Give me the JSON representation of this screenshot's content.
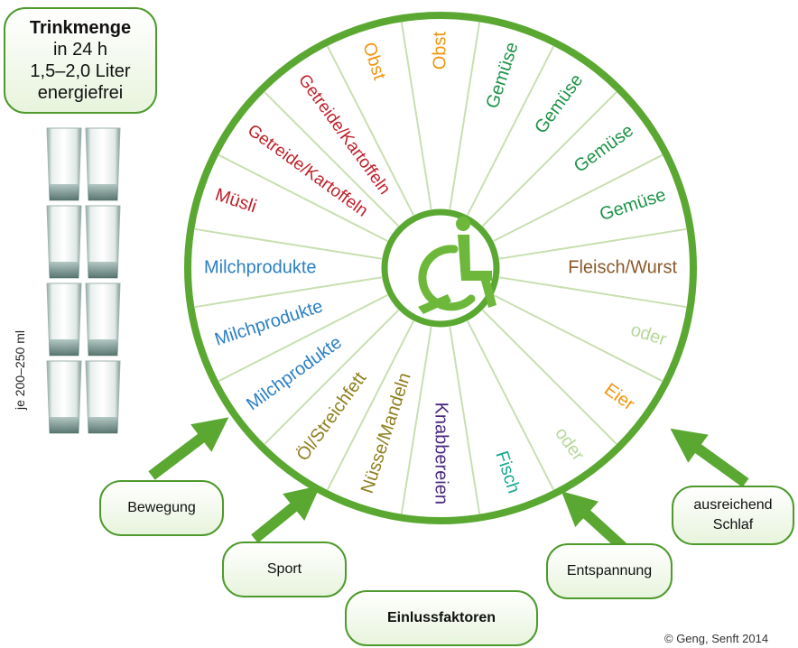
{
  "drink_box": {
    "title": "Trinkmenge",
    "line1": "in 24 h",
    "line2": "1,5–2,0 Liter",
    "line3": "energiefrei"
  },
  "glass_note": "je 200–250 ml",
  "wheel": {
    "colors": {
      "ring": "#5aa832",
      "rim_inner": "#ffffff",
      "spoke": "#c9dfb0",
      "fruit": "#f0960c",
      "veg": "#1e9448",
      "meat": "#8a5a2b",
      "oder": "#b5d89a",
      "egg": "#f0960c",
      "fish": "#19a990",
      "snack": "#4a2a80",
      "nut": "#8f7f1e",
      "oil": "#8f7f1e",
      "dairy": "#2b7fc4",
      "grain": "#c0202a",
      "center_icon": "#6db83a"
    },
    "segments": [
      {
        "label": "Obst",
        "color": "#f0960c"
      },
      {
        "label": "Gemüse",
        "color": "#1e9448"
      },
      {
        "label": "Gemüse",
        "color": "#1e9448"
      },
      {
        "label": "Gemüse",
        "color": "#1e9448"
      },
      {
        "label": "Gemüse",
        "color": "#1e9448"
      },
      {
        "label": "Fleisch/Wurst",
        "color": "#8a5a2b"
      },
      {
        "label": "oder",
        "color": "#b5d89a"
      },
      {
        "label": "Eier",
        "color": "#f0960c"
      },
      {
        "label": "oder",
        "color": "#b5d89a"
      },
      {
        "label": "Fisch",
        "color": "#19a990"
      },
      {
        "label": "Knabbereien",
        "color": "#4a2a80"
      },
      {
        "label": "Nüsse/Mandeln",
        "color": "#8f7f1e"
      },
      {
        "label": "Öl/Streichfett",
        "color": "#8f7f1e"
      },
      {
        "label": "Milchprodukte",
        "color": "#2b7fc4"
      },
      {
        "label": "Milchprodukte",
        "color": "#2b7fc4"
      },
      {
        "label": "Milchprodukte",
        "color": "#2b7fc4"
      },
      {
        "label": "Müsli",
        "color": "#c0202a"
      },
      {
        "label": "Getreide/Kartoffeln",
        "color": "#c0202a"
      },
      {
        "label": "Getreide/Kartoffeln",
        "color": "#c0202a"
      },
      {
        "label": "Obst",
        "color": "#f0960c"
      }
    ],
    "center_icon": "wheelchair-user-icon"
  },
  "factors": {
    "bewegung": "Bewegung",
    "sport": "Sport",
    "einfluss": "Einlussfaktoren",
    "entspannung": "Entspannung",
    "schlaf_line1": "ausreichend",
    "schlaf_line2": "Schlaf"
  },
  "copyright": "© Geng, Senft 2014"
}
